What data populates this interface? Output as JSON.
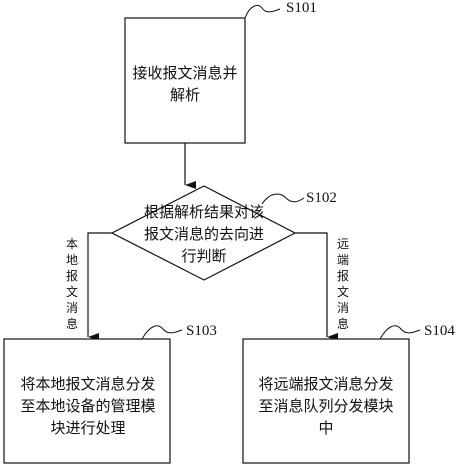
{
  "diagram": {
    "nodes": {
      "s101": {
        "id": "S101",
        "text": "接收报文消息并解析"
      },
      "s102": {
        "id": "S102",
        "text": "根据解析结果对该报文消息的去向进行判断"
      },
      "s103": {
        "id": "S103",
        "text": "将本地报文消息分发至本地设备的管理模块进行处理"
      },
      "s104": {
        "id": "S104",
        "text": "将远端报文消息分发至消息队列分发模块中"
      }
    },
    "edges": {
      "local": {
        "label": "本地报文消息"
      },
      "remote": {
        "label": "远端报文消息"
      }
    }
  }
}
